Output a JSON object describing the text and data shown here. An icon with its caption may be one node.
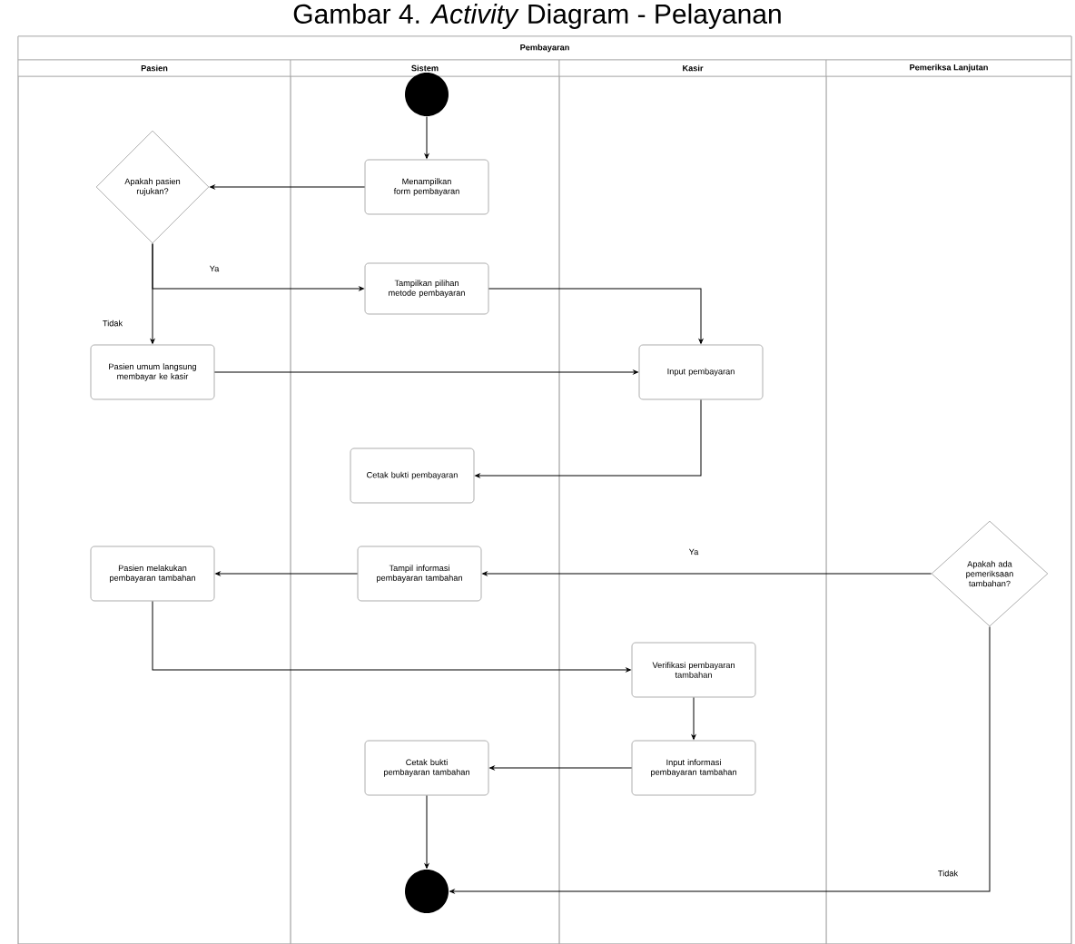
{
  "diagram": {
    "title": "Gambar 4. *Activity* Diagram - Pelayanan",
    "nodes": [
      {
        "text": [
          "Pembayaran"
        ]
      },
      {
        "text": [
          "Pasien"
        ],
        "in": 0
      },
      {
        "text": [
          "Sistem"
        ],
        "in": 0
      },
      {
        "text": [
          "Kasir"
        ],
        "in": 0
      },
      {
        "text": [
          "Pemeriksa Lanjutan"
        ],
        "in": 0
      },
      {
        "text": [],
        "shape": "circle",
        "in": 2
      },
      {
        "text": [
          "Menampilkan form pembayaran"
        ],
        "in": 2
      },
      {
        "text": [
          "Apakah pasien rujukan?"
        ],
        "in": 1
      },
      {
        "text": [
          "Tampilkan pilihan metode pembayaran"
        ],
        "in": 2
      },
      {
        "text": [
          "Pasien umum langsung membayar ke kasir"
        ],
        "in": 1
      },
      {
        "text": [
          "Input pembayaran"
        ],
        "in": 3
      },
      {
        "text": [
          "Cetak bukti pembayaran"
        ],
        "in": 2
      },
      {
        "text": [
          "Tampil informasi pembayaran tambahan"
        ],
        "in": 2
      },
      {
        "text": [
          "Pasien melakukan pembayaran tambahan"
        ],
        "in": 1
      },
      {
        "text": [
          "Apakah ada pemeriksaan tambahan?"
        ],
        "in": 4
      },
      {
        "text": [
          "Verifikasi pembayaran tambahan"
        ],
        "in": 3
      },
      {
        "text": [
          "Input informasi pembayaran tambahan"
        ],
        "in": 3
      },
      {
        "text": [
          "Cetak bukti pembayaran tambahan"
        ],
        "in": 2
      },
      {
        "text": [],
        "shape": "circle",
        "in": 2
      }
    ],
    "edges": [
      {
        "from": 5,
        "to": 6,
        "arrow": "to"
      },
      {
        "from": 6,
        "to": 7,
        "arrow": "to"
      },
      {
        "from": 7,
        "to": 8,
        "arrow": "to",
        "label": "Ya"
      },
      {
        "from": 7,
        "to": 9,
        "arrow": "to",
        "label": "Tidak"
      },
      {
        "from": 8,
        "to": 10,
        "arrow": "to"
      },
      {
        "from": 9,
        "to": 10,
        "arrow": "to"
      },
      {
        "from": 10,
        "to": 11,
        "arrow": "to"
      },
      {
        "from": 14,
        "to": 12,
        "arrow": "to",
        "label": "Ya"
      },
      {
        "from": 12,
        "to": 13,
        "arrow": "to"
      },
      {
        "from": 13,
        "to": 15,
        "arrow": "to"
      },
      {
        "from": 15,
        "to": 16,
        "arrow": "to"
      },
      {
        "from": 16,
        "to": 17,
        "arrow": "to"
      },
      {
        "from": 17,
        "to": 18,
        "arrow": "to"
      },
      {
        "from": 14,
        "to": 18,
        "arrow": "to",
        "label": "Tidak"
      }
    ]
  }
}
